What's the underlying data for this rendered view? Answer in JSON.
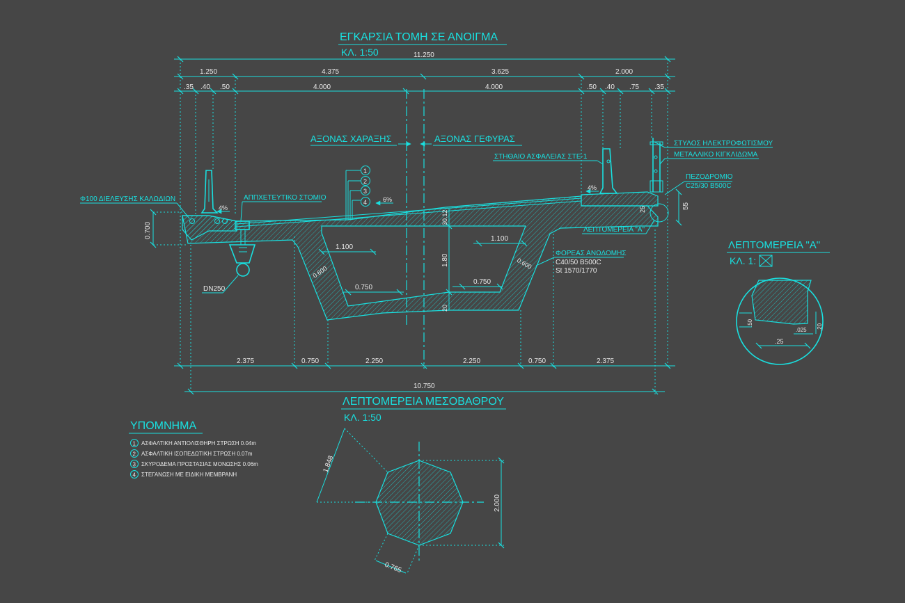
{
  "colors": {
    "background": "#464646",
    "line": "#19e0e0",
    "text_secondary": "#e8e8e8"
  },
  "section": {
    "title": "ΕΓΚΑΡΣΙΑ ΤΟΜΗ ΣΕ ΑΝΟΙΓΜΑ",
    "scale": "ΚΛ. 1:50",
    "dim_total_top": "11.250",
    "dims_row1": [
      "1.250",
      "4.375",
      "3.625",
      "2.000"
    ],
    "dims_row2": [
      ".35",
      ".40",
      ".50",
      "4.000",
      "4.000",
      ".50",
      ".40",
      ".75",
      ".35"
    ],
    "axis_left": "ΑΞΟΝΑΣ ΧΑΡΑΞΗΣ",
    "axis_right": "ΑΞΟΝΑΣ ΓΕΦΥΡΑΣ",
    "labels": {
      "lamp_post": "ΣΤΥΛΟΣ ΗΛΕΚΤΡΟΦΩΤΙΣΜΟΥ",
      "railing": "ΜΕΤΑΛΛΙΚΟ ΚΙΓΚΛΙΔΩΜΑ",
      "barrier": "ΣΤΗΘΑΙΟ ΑΣΦΑΛΕΙΑΣ ΣΤΕ-1",
      "sidewalk": "ΠΕΖΟΔΡΟΜΙΟ",
      "sidewalk_spec": "C25/30 B500C",
      "cables": "Φ100 ΔΙΕΛΕΥΣΗΣ ΚΑΛΩΔΙΩΝ",
      "drain": "ΑΠΠΧΕΤΕΥΤΙΚΟ ΣΤΟΜΙΟ",
      "detail_a_ref": "ΛΕΠΤΟΜΕΡΕΙΑ \"Α\"",
      "deck": "ΦΟΡΕΑΣ ΑΝΩΔΟΜΗΣ",
      "deck_spec1": "C40/50 B500C",
      "deck_spec2": "St 1570/1770",
      "pipe": "DN250"
    },
    "slope_left": "4%",
    "slope_right": "4%",
    "slope_mid": "6%",
    "layer_numbers": [
      "1",
      "2",
      "3",
      "4"
    ],
    "dim_0700": "0.700",
    "dim_55": "55",
    "dim_25": "25",
    "dim_3012": "30.12",
    "dim_180": "1.80",
    "dim_20": "20",
    "dim_1100_left": "1.100",
    "dim_1100_right": "1.100",
    "dim_0600_left": "0.600",
    "dim_0600_right": "0.600",
    "dim_0750_left": "0.750",
    "dim_0750_right": "0.750",
    "dims_bottom": [
      "2.375",
      "0.750",
      "2.250",
      "2.250",
      "0.750",
      "2.375"
    ],
    "dim_total_bottom": "10.750"
  },
  "detail_a": {
    "title": "ΛΕΠΤΟΜΕΡΕΙΑ \"Α\"",
    "scale": "ΚΛ. 1:",
    "dims": [
      ".50",
      ".025",
      ".20",
      ".25"
    ]
  },
  "pier": {
    "title": "ΛΕΠΤΟΜΕΡΕΙΑ ΜΕΣΟΒΑΘΡΟΥ",
    "scale": "ΚΛ. 1:50",
    "dim_diag": "1.848",
    "dim_height": "2.000",
    "dim_side": "0.765"
  },
  "legend": {
    "title": "ΥΠΟΜΝΗΜΑ",
    "items": [
      {
        "num": "1",
        "text": "ΑΣΦΑΛΤΙΚΗ ΑΝΤΙΟΛΙΣΘΗΡΗ ΣΤΡΩΣΗ 0.04m"
      },
      {
        "num": "2",
        "text": "ΑΣΦΑΛΤΙΚΗ ΙΣΟΠΕΔΩΤΙΚΗ ΣΤΡΩΣΗ 0.07m"
      },
      {
        "num": "3",
        "text": "ΣΚΥΡΟΔΕΜΑ ΠΡΟΣΤΑΣΙΑΣ ΜΟΝΩΣΗΣ 0.06m"
      },
      {
        "num": "4",
        "text": "ΣΤΕΓΑΝΩΣΗ ΜΕ ΕΙΔΙΚΗ ΜΕΜΒΡΑΝΗ"
      }
    ]
  }
}
